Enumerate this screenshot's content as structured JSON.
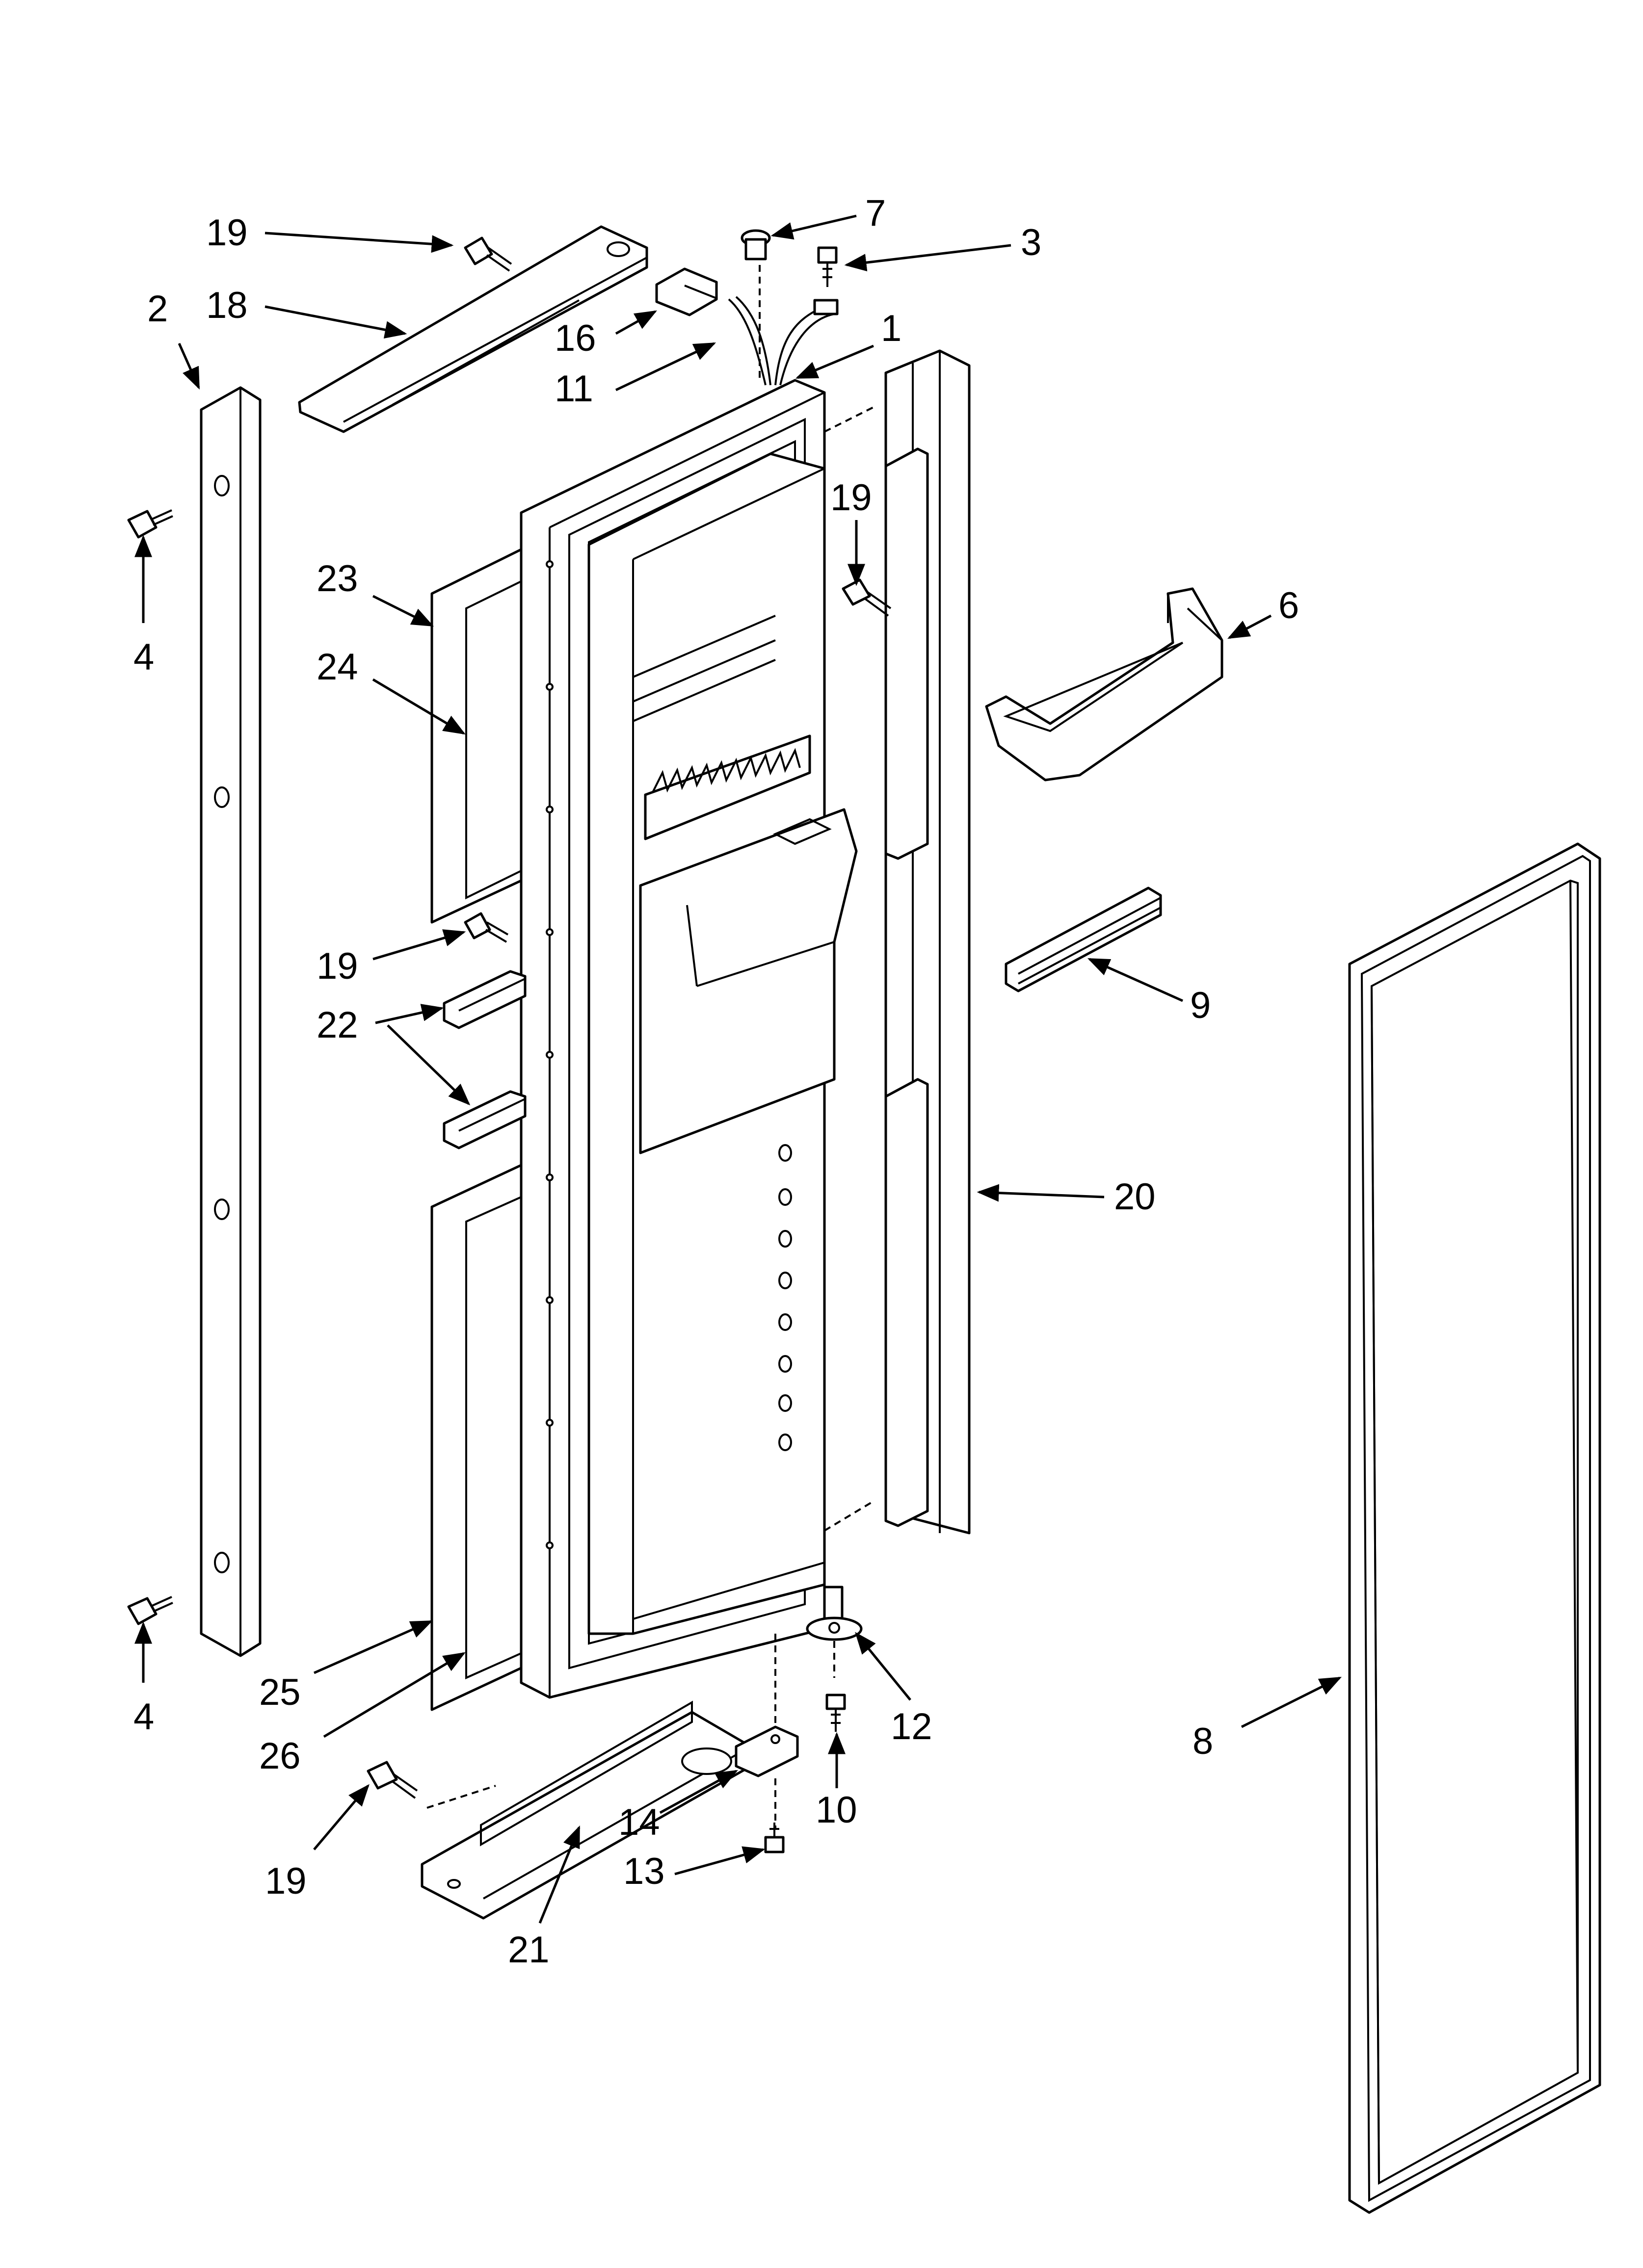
{
  "diagram": {
    "callouts": {
      "c1": "1",
      "c2": "2",
      "c3": "3",
      "c4a": "4",
      "c4b": "4",
      "c6": "6",
      "c7": "7",
      "c8": "8",
      "c9": "9",
      "c10": "10",
      "c11": "11",
      "c12": "12",
      "c13": "13",
      "c14": "14",
      "c16": "16",
      "c18": "18",
      "c19a": "19",
      "c19b": "19",
      "c19c": "19",
      "c19d": "19",
      "c20": "20",
      "c21": "21",
      "c22": "22",
      "c23": "23",
      "c24": "24",
      "c25": "25",
      "c26": "26"
    }
  }
}
